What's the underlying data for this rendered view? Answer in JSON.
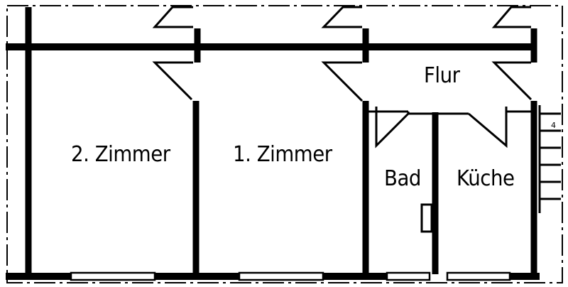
{
  "rooms": {
    "zimmer2": {
      "label": "2. Zimmer"
    },
    "zimmer1": {
      "label": "1. Zimmer"
    },
    "flur": {
      "label": "Flur"
    },
    "bad": {
      "label": "Bad"
    },
    "kueche": {
      "label": "Küche"
    }
  },
  "stair_marker": "4",
  "colors": {
    "line": "#000000",
    "background": "#ffffff"
  }
}
